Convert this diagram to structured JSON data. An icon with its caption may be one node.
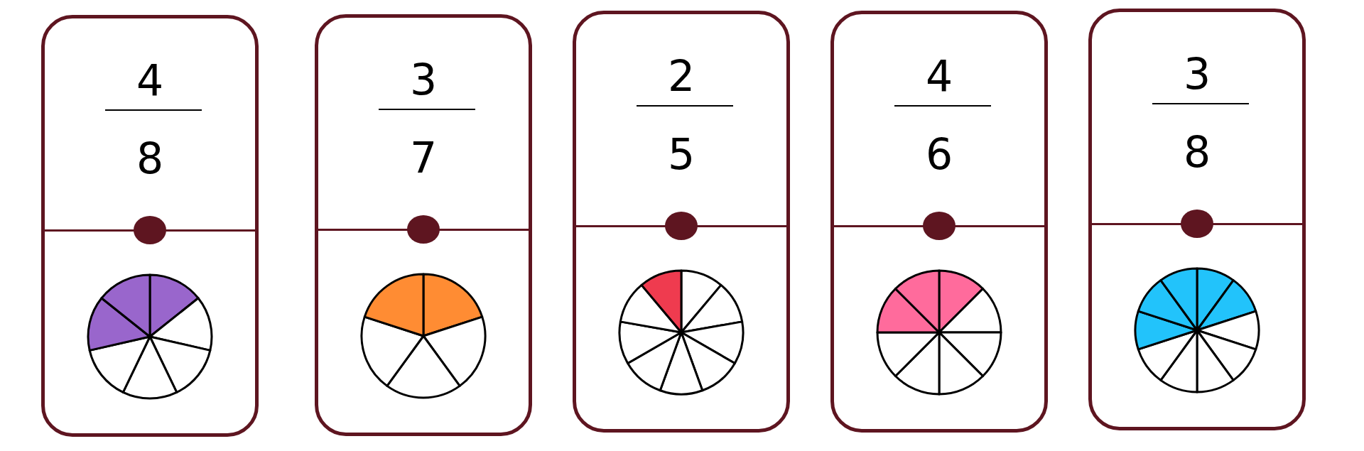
{
  "diagram": {
    "nodes": [
      {
        "text": [
          "4",
          "8"
        ]
      },
      {
        "text": [],
        "shape": "circle",
        "in": 0
      },
      {
        "text": [
          "3",
          "7"
        ]
      },
      {
        "text": [],
        "shape": "circle",
        "in": 2
      },
      {
        "text": [
          "2",
          "5"
        ]
      },
      {
        "text": [],
        "shape": "circle",
        "in": 4
      },
      {
        "text": [
          "4",
          "6"
        ]
      },
      {
        "text": [],
        "shape": "circle",
        "in": 6
      },
      {
        "text": [
          "3",
          "8"
        ]
      },
      {
        "text": [],
        "shape": "circle",
        "in": 8
      }
    ]
  }
}
